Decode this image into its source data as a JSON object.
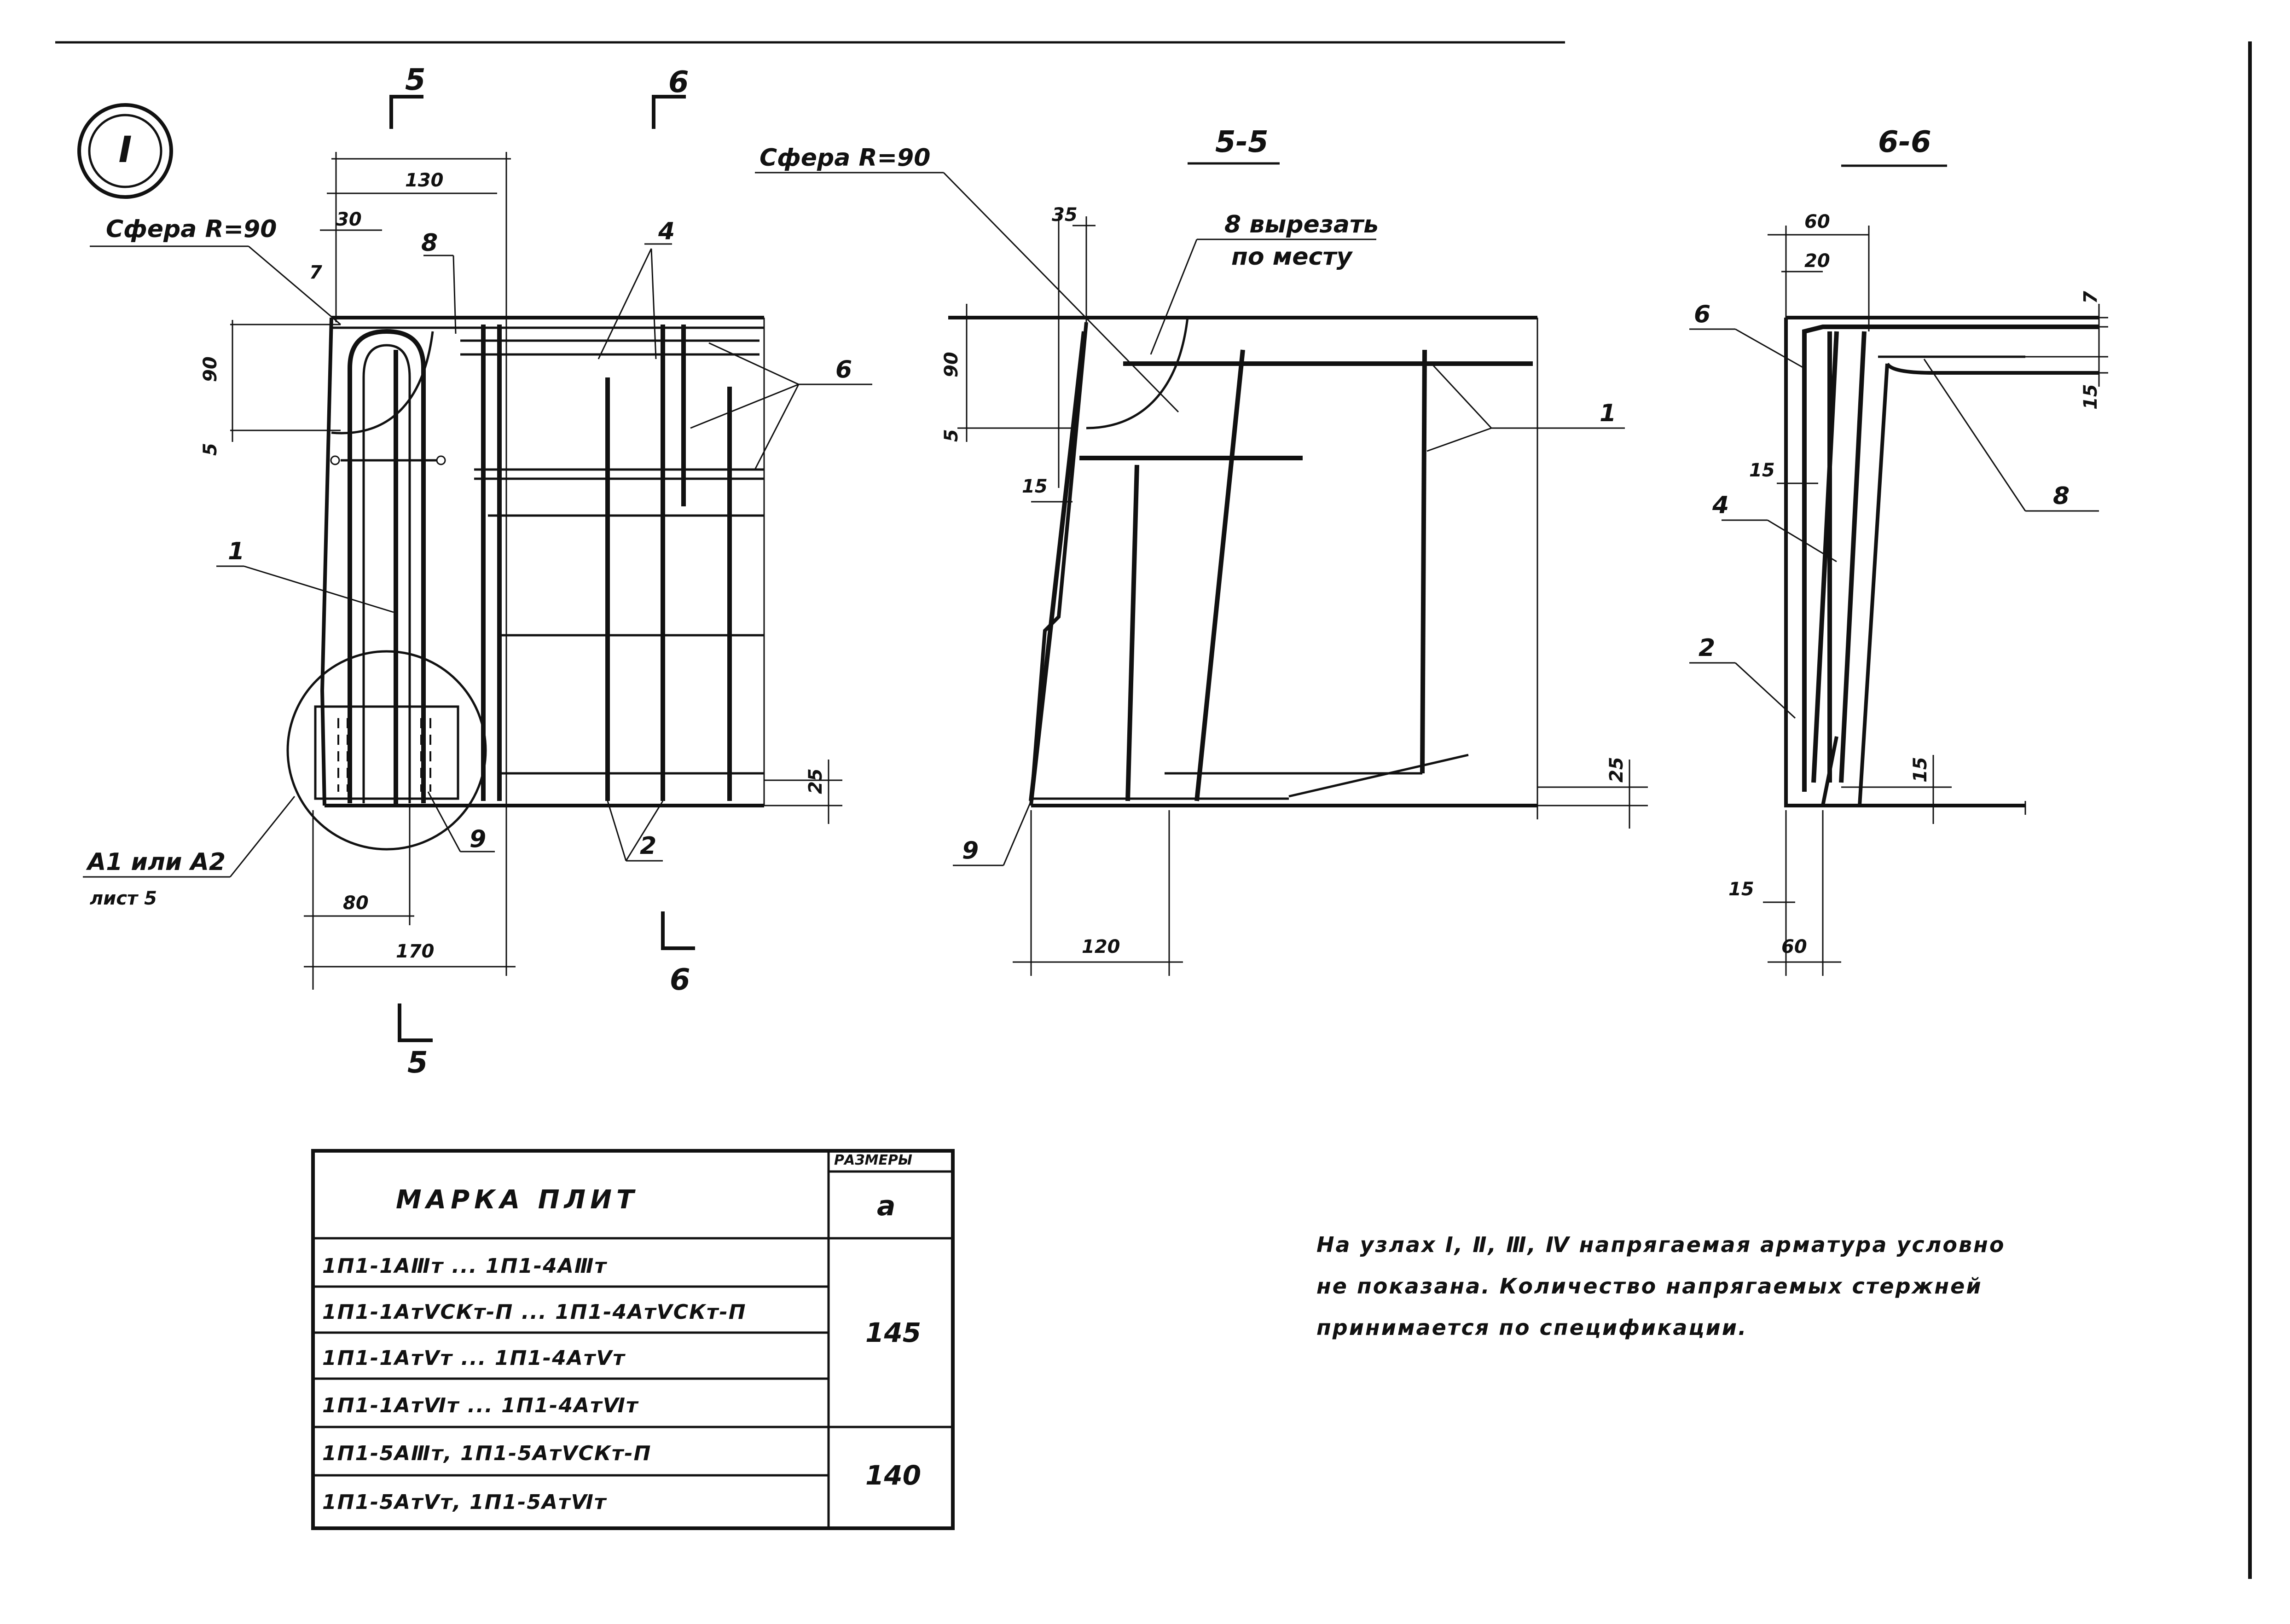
{
  "node_marker": "I",
  "detail": {
    "cut_marks": [
      "5",
      "6",
      "6",
      "5"
    ],
    "sphere_label": "Сфера R=90",
    "dims": [
      "130",
      "30",
      "7",
      "90",
      "5",
      "25",
      "80",
      "170"
    ],
    "callouts": [
      "8",
      "4",
      "6",
      "1",
      "9",
      "2"
    ],
    "ref_label": "А1 или А2",
    "ref_sheet": "лист 5"
  },
  "section_5_5": {
    "title": "5-5",
    "sphere_label": "Сфера R=90",
    "cut_note_line1": "8 вырезать",
    "cut_note_line2": "по месту",
    "dims": [
      "35",
      "90",
      "5",
      "15",
      "25",
      "120"
    ],
    "callouts": [
      "1",
      "9"
    ]
  },
  "section_6_6": {
    "title": "6-6",
    "dims": [
      "60",
      "20",
      "7",
      "15",
      "15",
      "15",
      "15",
      "60"
    ],
    "callouts": [
      "6",
      "8",
      "4",
      "2"
    ]
  },
  "table": {
    "header_mark": "МАРКА  ПЛИТ",
    "header_sizes": "РАЗМЕРЫ",
    "header_a": "a",
    "rows": [
      "1П1-1АⅢт ... 1П1-4АⅢт",
      "1П1-1АтⅤСКт-П ... 1П1-4АтⅤСКт-П",
      "1П1-1АтⅤт ... 1П1-4АтⅤт",
      "1П1-1АтⅥт ... 1П1-4АтⅥт",
      "1П1-5АⅢт,  1П1-5АтⅤСКт-П",
      "1П1-5АтⅤт,  1П1-5АтⅥт"
    ],
    "value_group1": "145",
    "value_group2": "140"
  },
  "note": {
    "line1": "На узлах Ⅰ, Ⅱ, Ⅲ, Ⅳ напрягаемая арматура условно",
    "line2": "не показана. Количество напрягаемых стержней",
    "line3": "принимается по спецификации."
  }
}
